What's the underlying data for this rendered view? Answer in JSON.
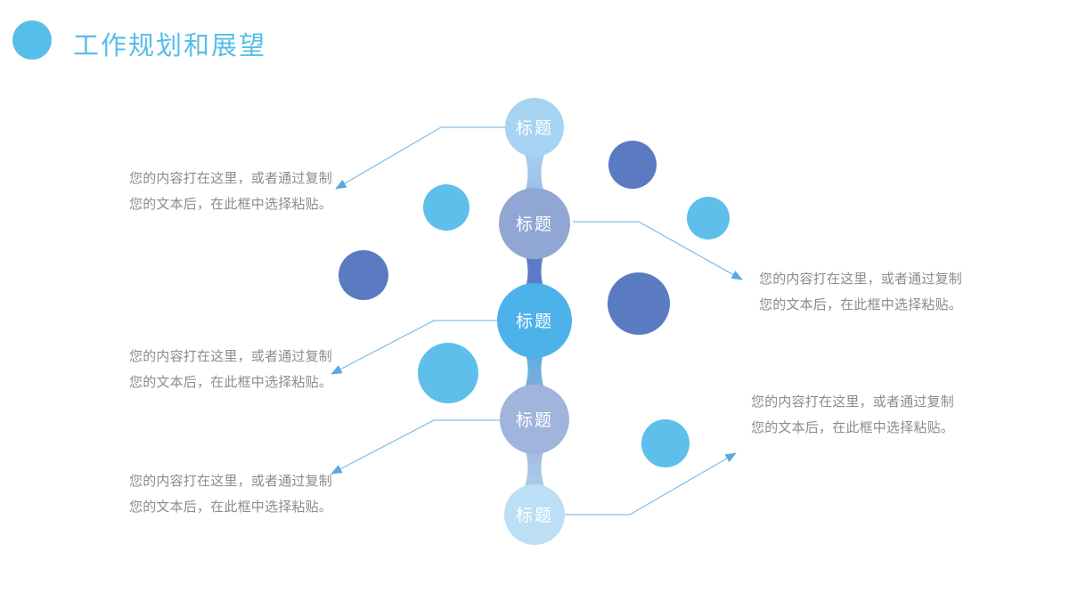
{
  "slide": {
    "title": "工作规划和展望",
    "background": "#FFFFFF"
  },
  "colors": {
    "accent_sky": "#58BDE9",
    "chain_node_1": "#A6D4F2",
    "chain_node_2": "#90A7D4",
    "chain_node_3": "#4DB2E9",
    "chain_node_4": "#A0B4DC",
    "chain_node_5": "#BCDFF6",
    "neck12_top": "#A9D5F1",
    "neck12_bottom": "#97B8E2",
    "neck23_top": "#92A8D4",
    "neck23_dark": "#5A7BC7",
    "neck34_top": "#45AEE6",
    "neck34_bottom": "#93ABD9",
    "neck45_top": "#9FB3DB",
    "neck45_bottom": "#AFD2EE",
    "node_label": "#FFFFFF",
    "connector_line": "#85C0EA",
    "arrowhead": "#5CA7DD",
    "decor_indigo": "#5A7AC2",
    "decor_sky": "#5EBFEB",
    "body_text": "#8C8C8C"
  },
  "chain": {
    "nodes": [
      {
        "label": "标题"
      },
      {
        "label": "标题"
      },
      {
        "label": "标题"
      },
      {
        "label": "标题"
      },
      {
        "label": "标题"
      }
    ]
  },
  "callouts": [
    {
      "position": "left-top",
      "line1": "您的内容打在这里，或者通过复制",
      "line2": "您的文本后，在此框中选择粘贴。"
    },
    {
      "position": "right-top",
      "line1": "您的内容打在这里，或者通过复制",
      "line2": "您的文本后，在此框中选择粘贴。"
    },
    {
      "position": "left-middle",
      "line1": "您的内容打在这里，或者通过复制",
      "line2": "您的文本后，在此框中选择粘贴。"
    },
    {
      "position": "left-bottom",
      "line1": "您的内容打在这里，或者通过复制",
      "line2": "您的文本后，在此框中选择粘贴。"
    },
    {
      "position": "right-bottom",
      "line1": "您的内容打在这里，或者通过复制",
      "line2": "您的文本后，在此框中选择粘贴。"
    }
  ]
}
